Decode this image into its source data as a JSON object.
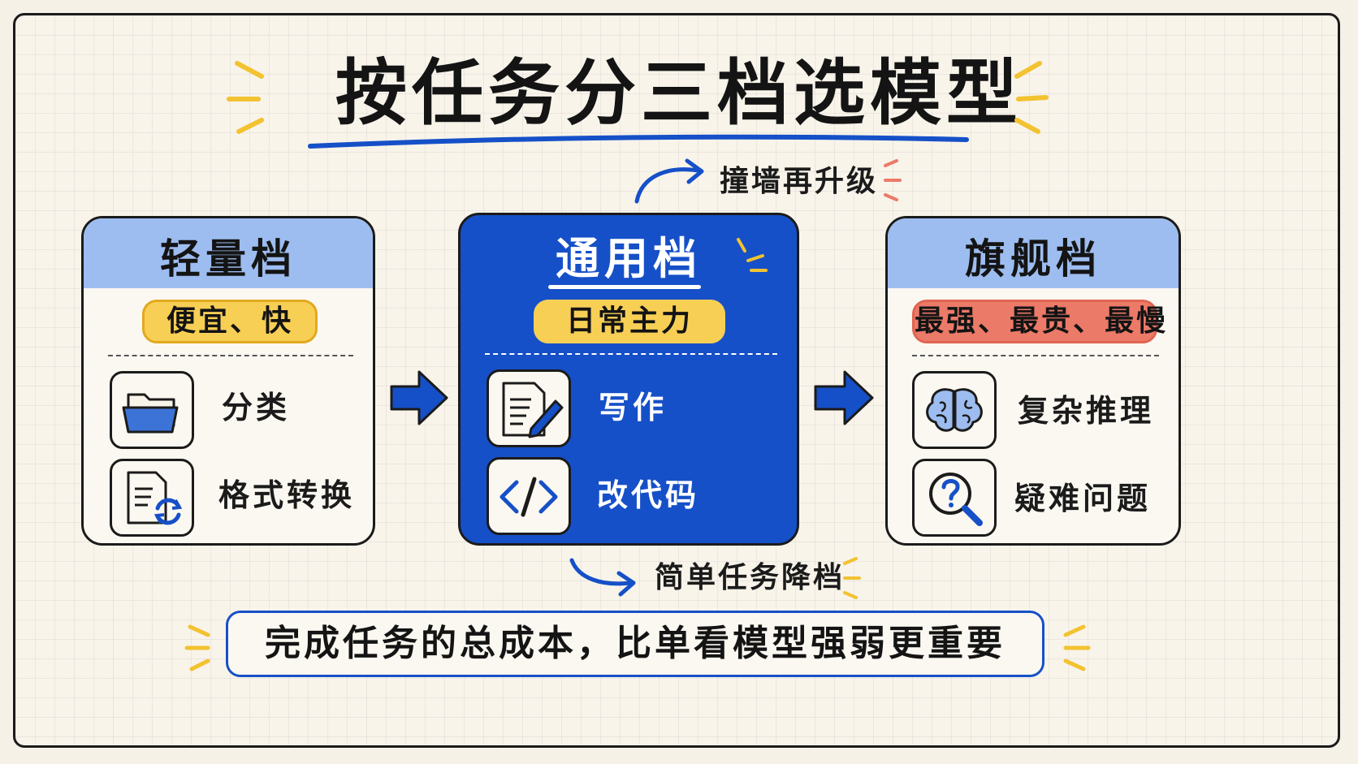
{
  "title": "按任务分三档选模型",
  "upgrade_note": "撞墙再升级",
  "downgrade_note": "简单任务降档",
  "tiers": [
    {
      "name": "轻量档",
      "tag": "便宜、快",
      "items": [
        {
          "icon": "folder-icon",
          "label": "分类"
        },
        {
          "icon": "document-convert-icon",
          "label": "格式转换"
        }
      ]
    },
    {
      "name": "通用档",
      "tag": "日常主力",
      "items": [
        {
          "icon": "document-edit-icon",
          "label": "写作"
        },
        {
          "icon": "code-icon",
          "label": "改代码"
        }
      ]
    },
    {
      "name": "旗舰档",
      "tag": "最强、最贵、最慢",
      "items": [
        {
          "icon": "brain-icon",
          "label": "复杂推理"
        },
        {
          "icon": "question-magnifier-icon",
          "label": "疑难问题"
        }
      ]
    }
  ],
  "conclusion": "完成任务的总成本，比单看模型强弱更重要",
  "colors": {
    "primary_blue": "#1650c8",
    "light_blue": "#9dbdf0",
    "yellow": "#f7cf55",
    "red": "#ec7a68",
    "background": "#f8f4ea",
    "ink": "#1b1b1b"
  }
}
